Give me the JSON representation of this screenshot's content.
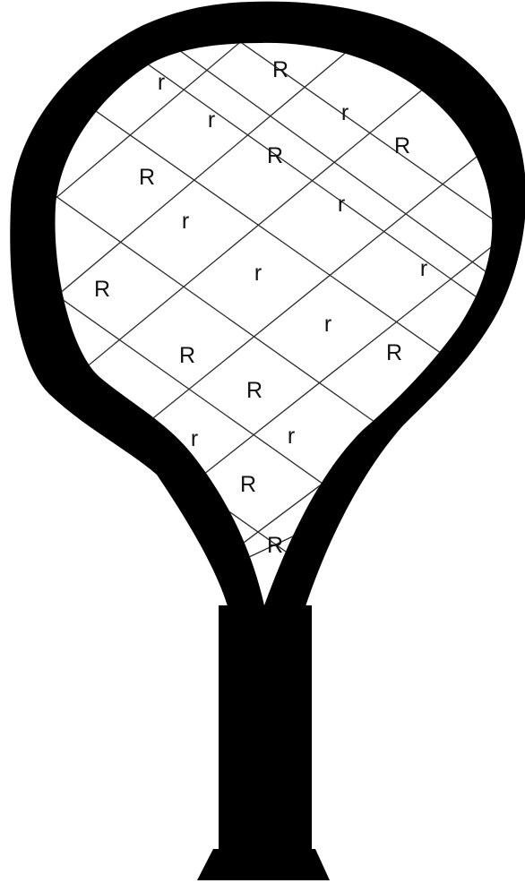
{
  "colors": {
    "frame": "#000000",
    "string_face": "#ffffff",
    "string_line": "#2b2b2b",
    "label": "#111111"
  },
  "string_bed": {
    "cells": [
      {
        "id": "c01",
        "text": "r"
      },
      {
        "id": "c02",
        "text": "R"
      },
      {
        "id": "c03",
        "text": "r"
      },
      {
        "id": "c04",
        "text": "r"
      },
      {
        "id": "c05",
        "text": "R"
      },
      {
        "id": "c06",
        "text": "R"
      },
      {
        "id": "c07",
        "text": "R"
      },
      {
        "id": "c08",
        "text": "r"
      },
      {
        "id": "c09",
        "text": "r"
      },
      {
        "id": "c10",
        "text": "R"
      },
      {
        "id": "c11",
        "text": "r"
      },
      {
        "id": "c12",
        "text": "r"
      },
      {
        "id": "c13",
        "text": "r"
      },
      {
        "id": "c14",
        "text": "R"
      },
      {
        "id": "c15",
        "text": "R"
      },
      {
        "id": "c16",
        "text": "R"
      },
      {
        "id": "c17",
        "text": "r"
      },
      {
        "id": "c18",
        "text": "r"
      },
      {
        "id": "c19",
        "text": "R"
      },
      {
        "id": "c20",
        "text": "R"
      }
    ]
  }
}
